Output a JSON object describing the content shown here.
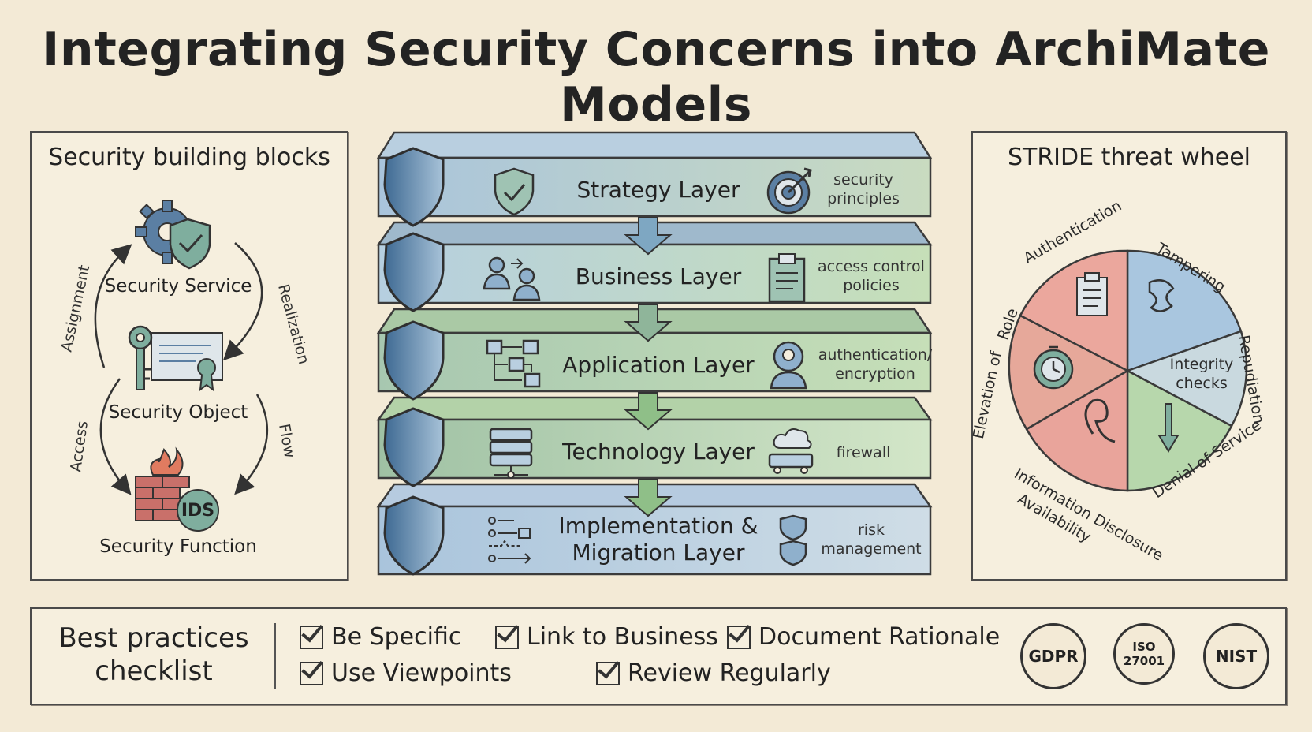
{
  "title": "Integrating Security Concerns into ArchiMate Models",
  "building_blocks": {
    "heading": "Security building blocks",
    "service": "Security Service",
    "object": "Security Object",
    "function": "Security Function",
    "ids_label": "IDS",
    "rel_assignment": "Assignment",
    "rel_realization": "Realization",
    "rel_access": "Access",
    "rel_flow": "Flow",
    "icons": [
      "gear-shield-icon",
      "key-certificate-icon",
      "firewall-ids-icon"
    ]
  },
  "layers": [
    {
      "name": "Strategy Layer",
      "note": "security principles",
      "icon": "shield-check-icon",
      "note_icon": "target-icon"
    },
    {
      "name": "Business Layer",
      "note": "access control policies",
      "icon": "people-icon",
      "note_icon": "clipboard-icon"
    },
    {
      "name": "Application Layer",
      "note": "authentication/ encryption",
      "icon": "flowchart-icon",
      "note_icon": "user-lock-icon"
    },
    {
      "name": "Technology Layer",
      "note": "firewall",
      "icon": "server-icon",
      "note_icon": "cloud-router-icon"
    },
    {
      "name": "Implementation & Migration Layer",
      "note": "risk management",
      "icon": "migration-icon",
      "note_icon": "shields-icon"
    }
  ],
  "stride": {
    "heading": "STRIDE threat wheel",
    "authentication": "Authentication",
    "tampering": "Tampering",
    "integrity": "Integrity checks",
    "repudiation": "Repudiation",
    "denial": "Denial of Service",
    "disclosure": "Information Disclosure",
    "availability": "Availability",
    "elevation": "Elevation of",
    "role": "Role"
  },
  "best_practices": {
    "heading": "Best practices checklist",
    "items": [
      "Be Specific",
      "Link to Business",
      "Document Rationale",
      "Use Viewpoints",
      "Review Regularly"
    ],
    "badges": [
      "GDPR",
      "ISO 27001",
      "NIST"
    ]
  },
  "colors": {
    "shield": "#5b7fa3",
    "layer_blue": "#b9cfe0",
    "layer_green": "#c6dfb8",
    "wheel_red": "#e9a49b",
    "wheel_blue": "#a9c6df",
    "wheel_green": "#b7d7ac",
    "icon_teal": "#4e8a86"
  }
}
